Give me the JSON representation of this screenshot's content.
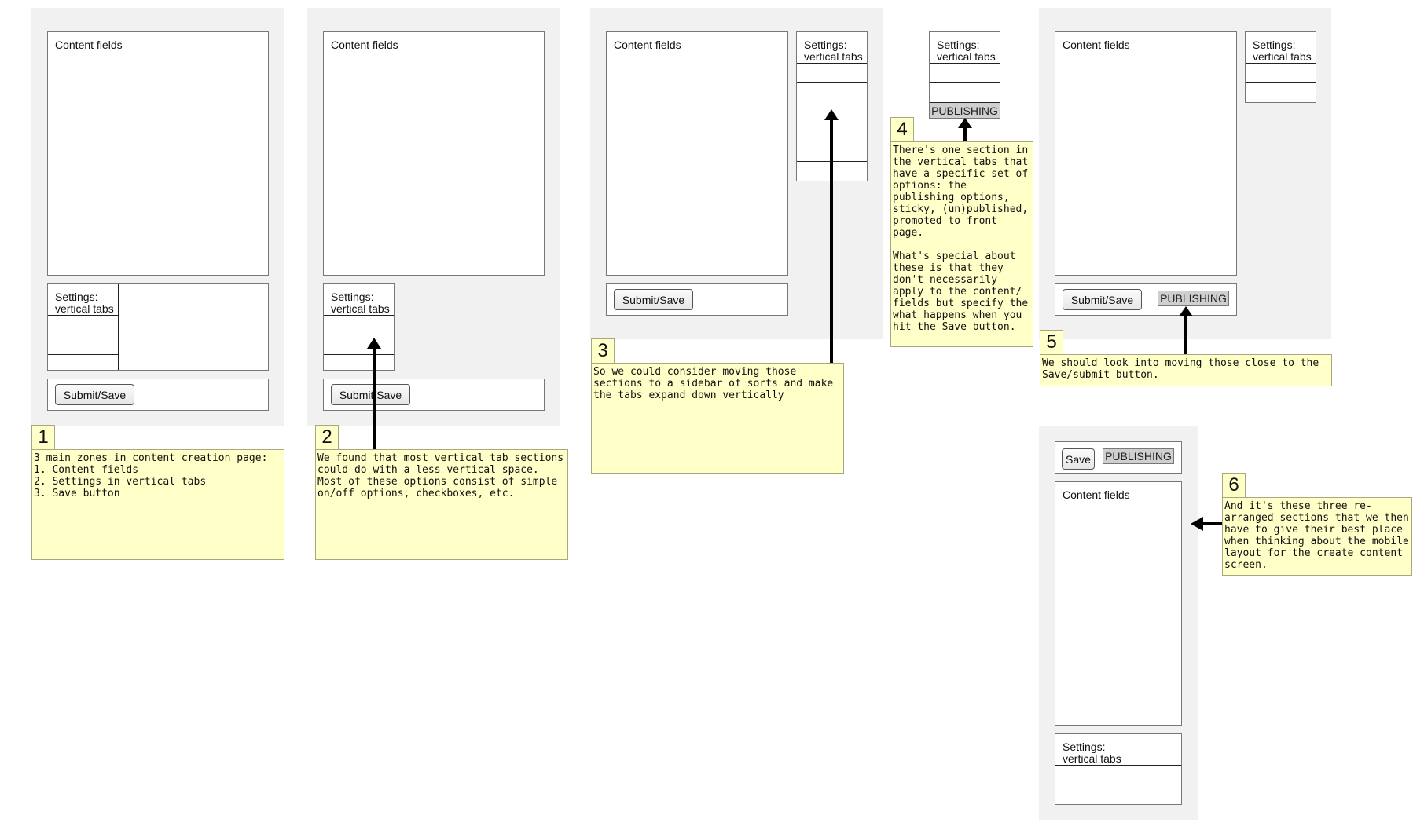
{
  "labels": {
    "content_fields": "Content fields",
    "settings_tabs": "Settings:\nvertical tabs",
    "submit_save": "Submit/Save",
    "save": "Save",
    "publishing": "PUBLISHING"
  },
  "notes": [
    {
      "num": "1",
      "text": "3 main zones in content creation page:\n1. Content fields\n2. Settings in vertical tabs\n3. Save button"
    },
    {
      "num": "2",
      "text": "We found that most vertical tab sections could do with a less vertical space. Most of these options consist of simple on/off options, checkboxes, etc."
    },
    {
      "num": "3",
      "text": "So we could consider moving those sections to a sidebar of sorts and make the tabs expand down vertically"
    },
    {
      "num": "4",
      "text": "There's one section in the vertical tabs that have a specific set of options: the publishing options, sticky, (un)published, promoted to front page.\n\nWhat's special about these is that they don't necessarily apply to the content/ fields but specify the what happens when you hit the Save button."
    },
    {
      "num": "5",
      "text": "We should look into moving those close to the Save/submit button."
    },
    {
      "num": "6",
      "text": "And it's these three re-arranged sections that we then have to give their best place when thinking about the mobile layout for the create content screen."
    }
  ],
  "colors": {
    "note_bg": "#ffffc8",
    "panel_bg": "#f1f1f1",
    "publishing_bg": "#cfcfcf",
    "arrow": "#000000"
  }
}
